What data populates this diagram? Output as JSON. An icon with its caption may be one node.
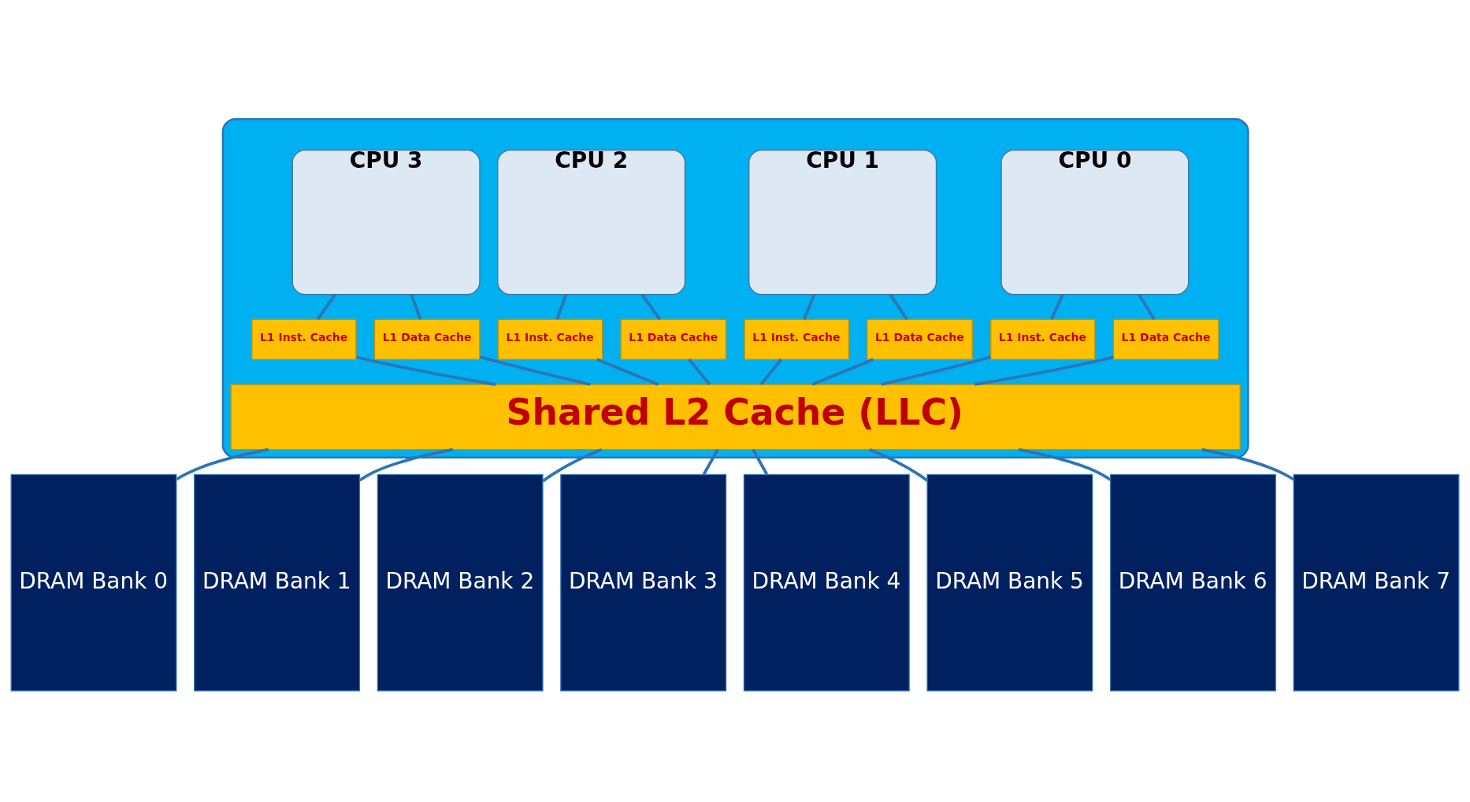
{
  "diagram": {
    "nodes": [
      {
        "text": [],
        "shape": "box"
      },
      {
        "text": [
          "CPU 0"
        ],
        "in": 0
      },
      {
        "text": [
          "L1 Inst. Cache"
        ],
        "in": 0
      },
      {
        "text": [
          "L1 Data Cache"
        ],
        "in": 0
      },
      {
        "text": [
          "CPU 1"
        ],
        "in": 0
      },
      {
        "text": [
          "L1 Inst. Cache"
        ],
        "in": 0
      },
      {
        "text": [
          "L1 Data Cache"
        ],
        "in": 0
      },
      {
        "text": [
          "CPU 2"
        ],
        "in": 0
      },
      {
        "text": [
          "L1 Inst. Cache"
        ],
        "in": 0
      },
      {
        "text": [
          "L1 Data Cache"
        ],
        "in": 0
      },
      {
        "text": [
          "CPU 3"
        ],
        "in": 0
      },
      {
        "text": [
          "L1 Inst. Cache"
        ],
        "in": 0
      },
      {
        "text": [
          "L1 Data Cache"
        ],
        "in": 0
      },
      {
        "text": [
          "Shared L2 Cache (LLC)"
        ],
        "in": 0
      },
      {
        "text": [
          "DRAM Bank 0"
        ]
      },
      {
        "text": [
          "DRAM Bank 1"
        ]
      },
      {
        "text": [
          "DRAM Bank 2"
        ]
      },
      {
        "text": [
          "DRAM Bank 3"
        ]
      },
      {
        "text": [
          "DRAM Bank 4"
        ]
      },
      {
        "text": [
          "DRAM Bank 5"
        ]
      },
      {
        "text": [
          "DRAM Bank 6"
        ]
      },
      {
        "text": [
          "DRAM Bank 7"
        ]
      }
    ],
    "edges": [
      {
        "from": 1,
        "to": 2,
        "arrow": "none"
      },
      {
        "from": 1,
        "to": 3,
        "arrow": "none"
      },
      {
        "from": 2,
        "to": 13,
        "arrow": "none"
      },
      {
        "from": 3,
        "to": 13,
        "arrow": "none"
      },
      {
        "from": 4,
        "to": 5,
        "arrow": "none"
      },
      {
        "from": 4,
        "to": 6,
        "arrow": "none"
      },
      {
        "from": 5,
        "to": 13,
        "arrow": "none"
      },
      {
        "from": 6,
        "to": 13,
        "arrow": "none"
      },
      {
        "from": 7,
        "to": 8,
        "arrow": "none"
      },
      {
        "from": 7,
        "to": 9,
        "arrow": "none"
      },
      {
        "from": 8,
        "to": 13,
        "arrow": "none"
      },
      {
        "from": 9,
        "to": 13,
        "arrow": "none"
      },
      {
        "from": 10,
        "to": 11,
        "arrow": "none"
      },
      {
        "from": 10,
        "to": 12,
        "arrow": "none"
      },
      {
        "from": 11,
        "to": 13,
        "arrow": "none"
      },
      {
        "from": 12,
        "to": 13,
        "arrow": "none"
      },
      {
        "from": 13,
        "to": 14,
        "arrow": "none"
      },
      {
        "from": 13,
        "to": 15,
        "arrow": "none"
      },
      {
        "from": 13,
        "to": 16,
        "arrow": "none"
      },
      {
        "from": 13,
        "to": 17,
        "arrow": "none"
      },
      {
        "from": 13,
        "to": 18,
        "arrow": "none"
      },
      {
        "from": 13,
        "to": 19,
        "arrow": "none"
      },
      {
        "from": 13,
        "to": 20,
        "arrow": "none"
      },
      {
        "from": 13,
        "to": 21,
        "arrow": "none"
      }
    ]
  }
}
